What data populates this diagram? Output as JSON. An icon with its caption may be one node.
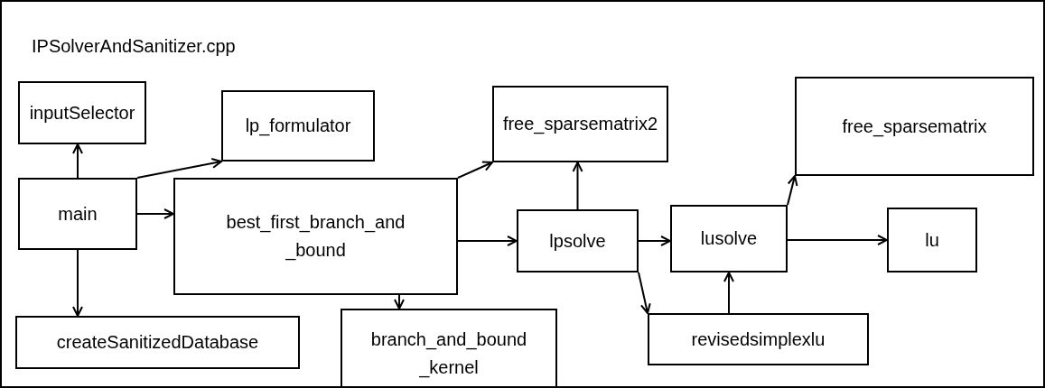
{
  "diagram": {
    "nodes": [
      {
        "text": [
          "IPSolverAndSanitizer.cpp"
        ]
      },
      {
        "text": [
          "inputSelector"
        ],
        "in": 0
      },
      {
        "text": [
          "lp_formulator"
        ],
        "in": 0
      },
      {
        "text": [
          "free_sparsematrix2"
        ],
        "in": 0
      },
      {
        "text": [
          "free_sparsematrix"
        ],
        "in": 0
      },
      {
        "text": [
          "main"
        ],
        "in": 0
      },
      {
        "text": [
          "best_first_branch_and _bound"
        ],
        "in": 0
      },
      {
        "text": [
          "lpsolve"
        ],
        "in": 0
      },
      {
        "text": [
          "lusolve"
        ],
        "in": 0
      },
      {
        "text": [
          "lu"
        ],
        "in": 0
      },
      {
        "text": [
          "createSanitizedDatabase"
        ],
        "in": 0
      },
      {
        "text": [
          "branch_and_bound _kernel"
        ],
        "in": 0
      },
      {
        "text": [
          "revisedsimplexlu"
        ],
        "in": 0
      }
    ],
    "edges": [
      {
        "from": 5,
        "to": 1,
        "arrow": "to"
      },
      {
        "from": 5,
        "to": 2,
        "arrow": "to"
      },
      {
        "from": 5,
        "to": 6,
        "arrow": "to"
      },
      {
        "from": 5,
        "to": 10,
        "arrow": "to"
      },
      {
        "from": 6,
        "to": 3,
        "arrow": "to"
      },
      {
        "from": 6,
        "to": 7,
        "arrow": "to"
      },
      {
        "from": 6,
        "to": 11,
        "arrow": "to"
      },
      {
        "from": 7,
        "to": 3,
        "arrow": "to"
      },
      {
        "from": 7,
        "to": 8,
        "arrow": "to"
      },
      {
        "from": 7,
        "to": 12,
        "arrow": "to"
      },
      {
        "from": 8,
        "to": 4,
        "arrow": "to"
      },
      {
        "from": 8,
        "to": 9,
        "arrow": "to"
      },
      {
        "from": 12,
        "to": 8,
        "arrow": "to"
      }
    ]
  }
}
